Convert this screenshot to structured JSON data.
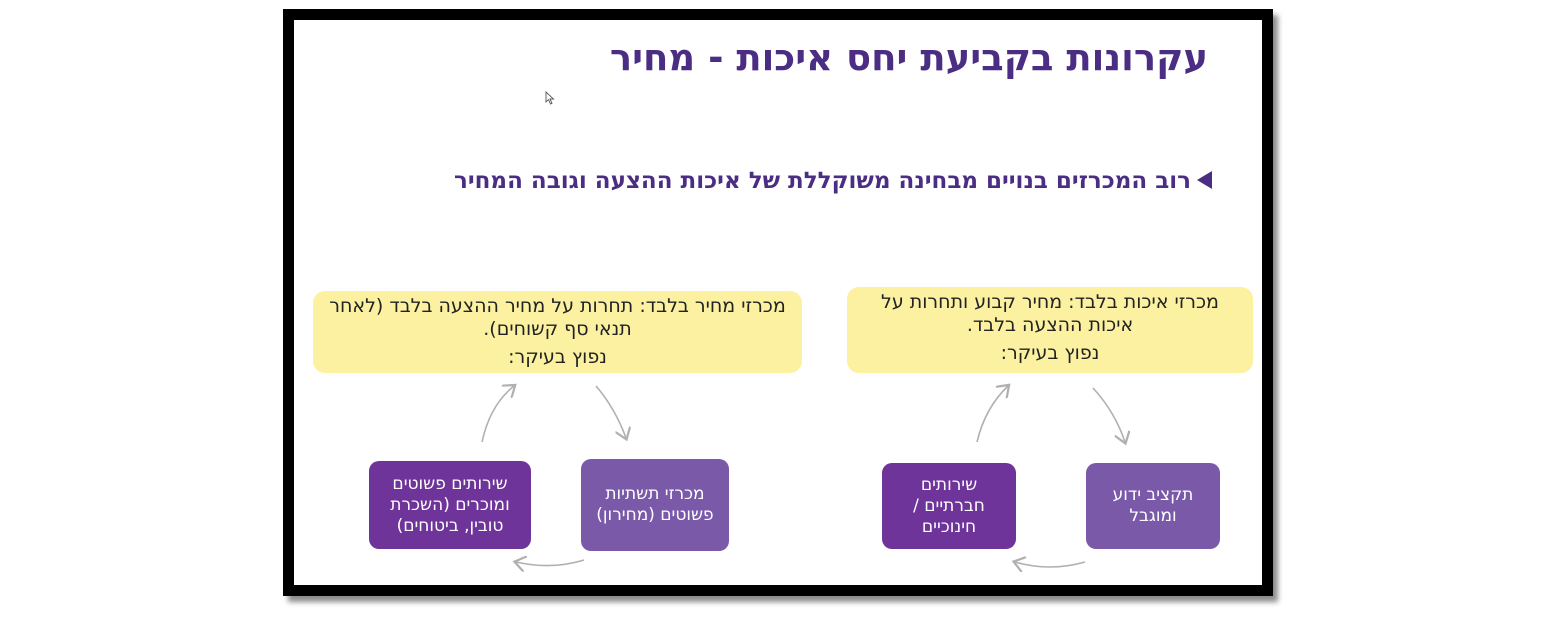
{
  "slide": {
    "title": "עקרונות בקביעת יחס איכות - מחיר",
    "bullet": "רוב המכרזים בנויים מבחינה משוקללת של איכות ההצעה וגובה המחיר"
  },
  "right_group": {
    "heading": "מכרזי איכות בלבד: מחיר קבוע ותחרות על איכות ההצעה בלבד.",
    "sub": "נפוץ בעיקר:",
    "box_right": "תקציב ידוע ומוגבל",
    "box_left": "שירותים חברתיים / חינוכיים"
  },
  "left_group": {
    "heading": "מכרזי מחיר בלבד: תחרות על מחיר ההצעה בלבד (לאחר תנאי סף קשוחים).",
    "sub": "נפוץ בעיקר:",
    "box_right": "מכרזי תשתיות פשוטים (מחירון)",
    "box_left": "שירותים פשוטים ומוכרים (השכרת טובין, ביטוחים)"
  },
  "colors": {
    "title": "#4b2e83",
    "yellow": "#fbf1a1",
    "purple_light": "#7a5aa8",
    "purple_dark": "#6e3499"
  },
  "icons": [
    "play-triangle-icon",
    "cursor-arrow-icon",
    "curved-arrow-icon"
  ]
}
